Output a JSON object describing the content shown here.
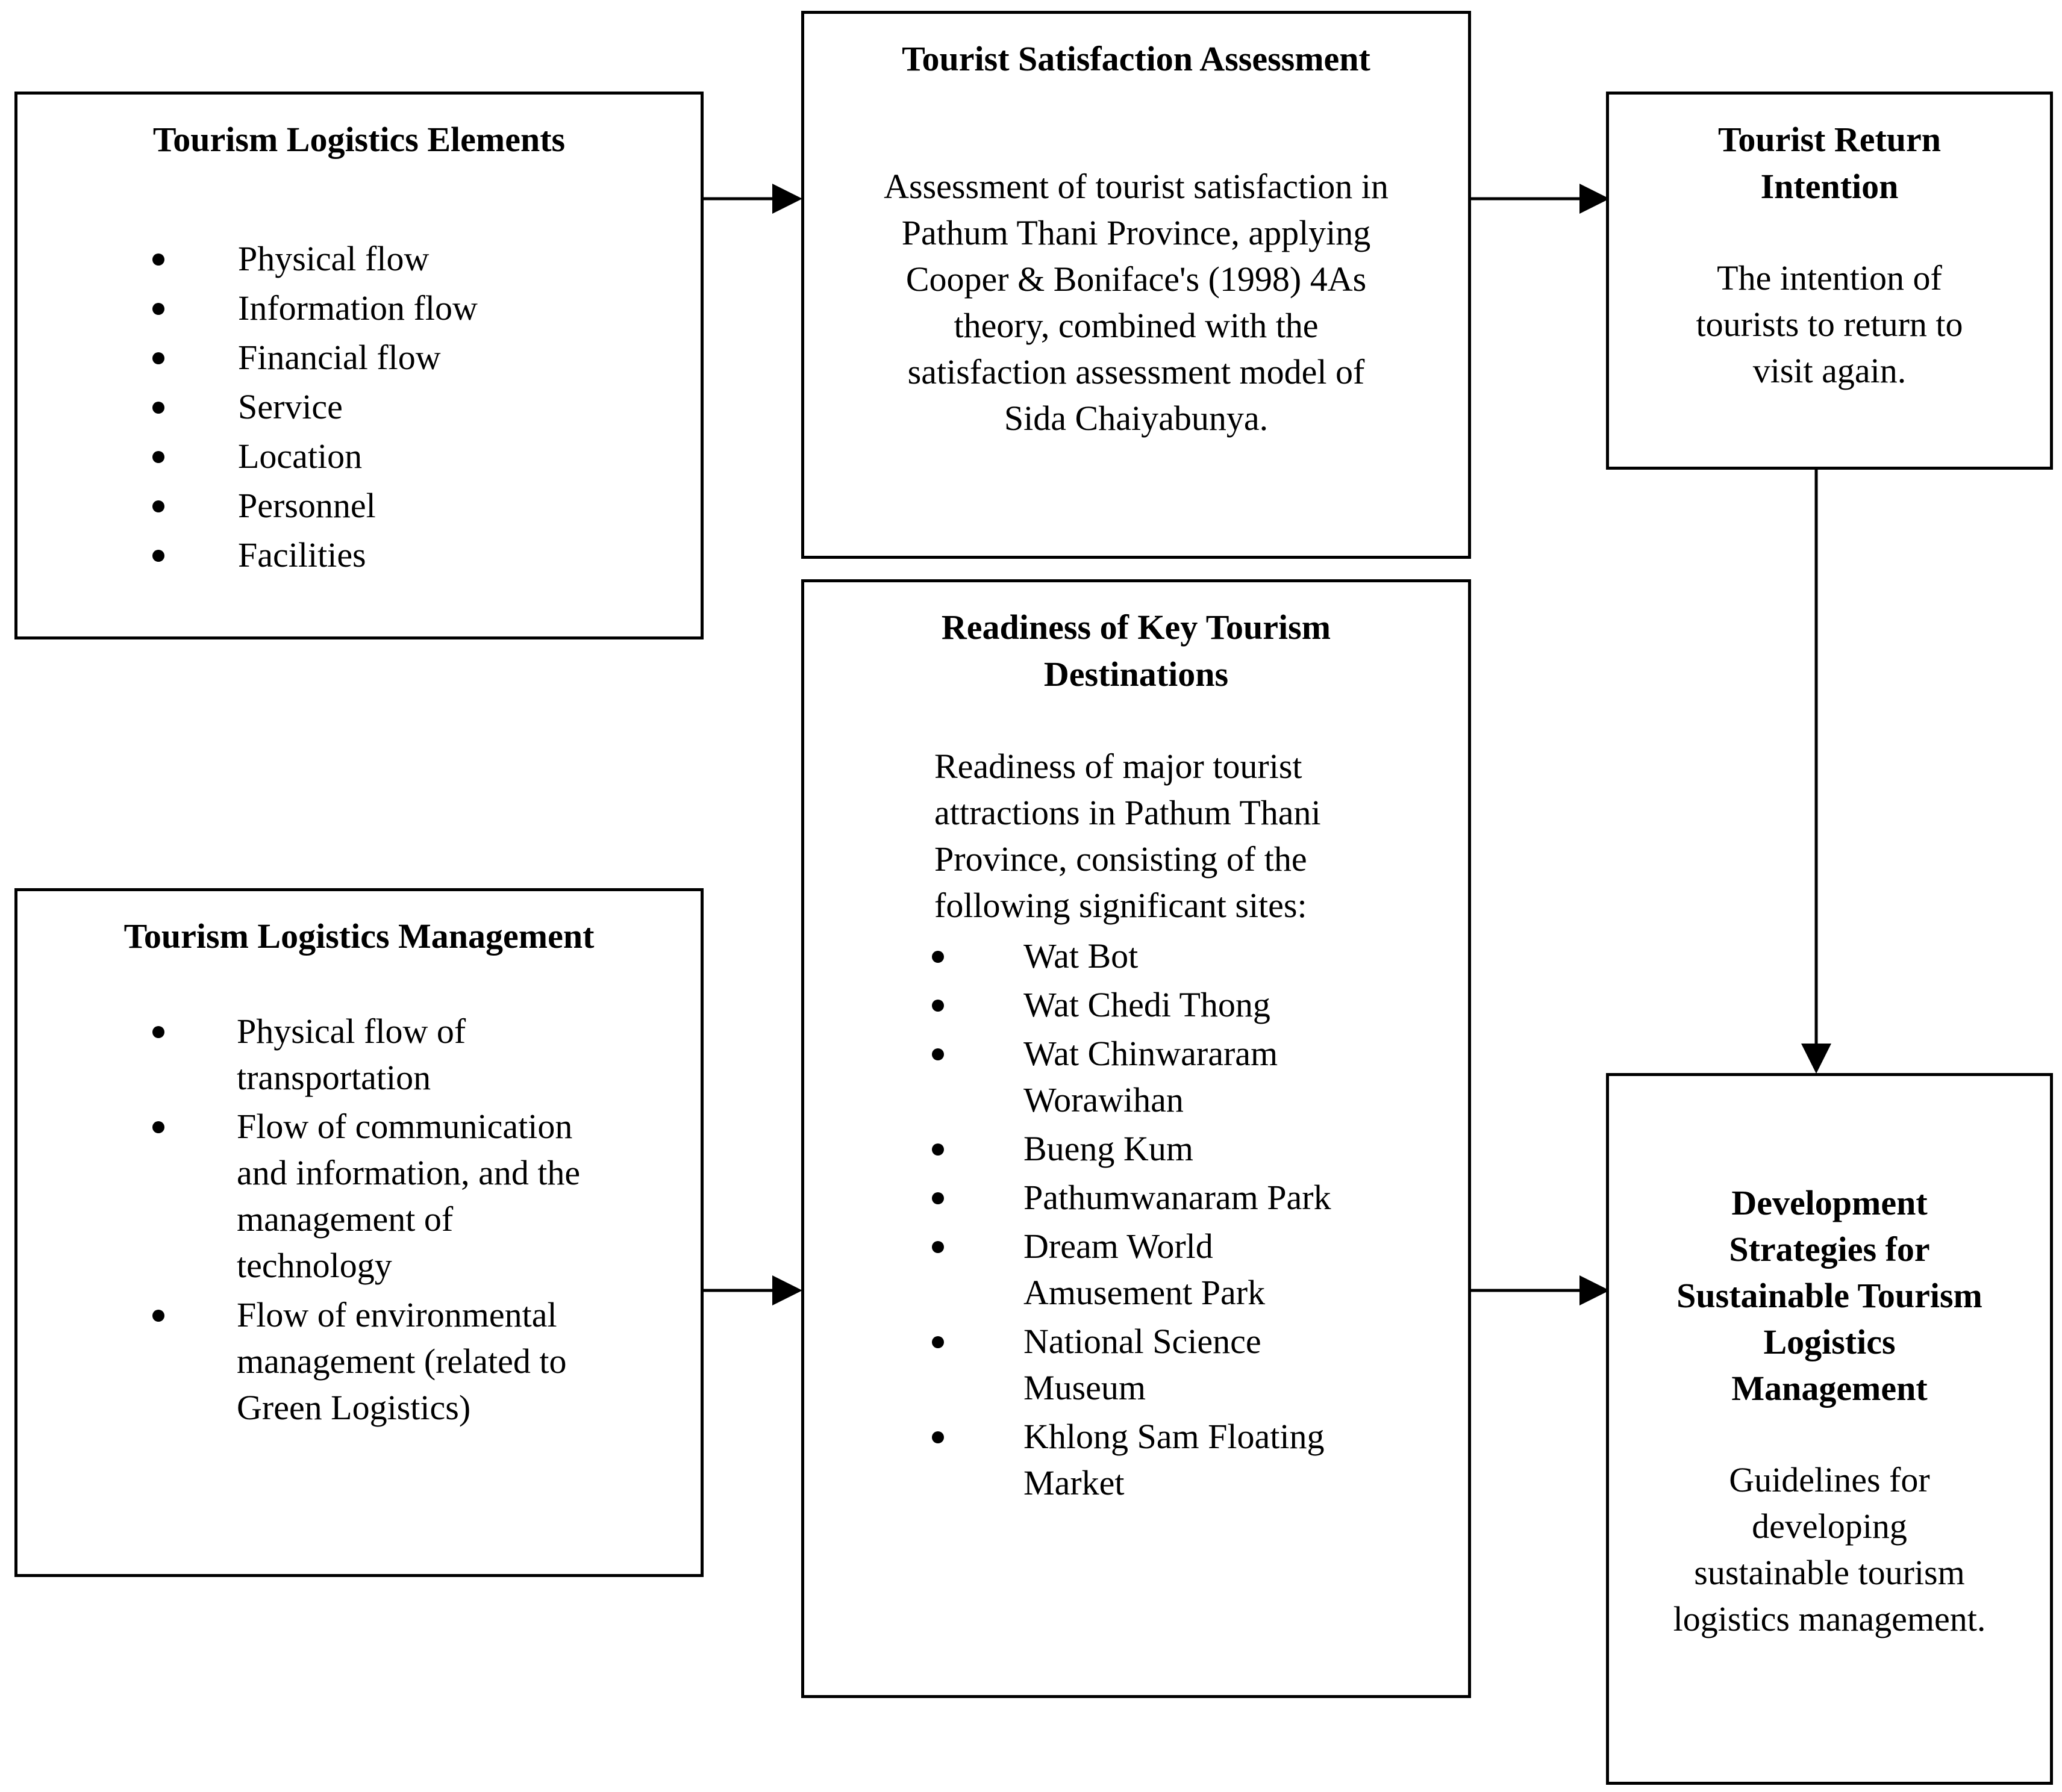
{
  "elements_box": {
    "title": "Tourism Logistics Elements",
    "items": [
      "Physical flow",
      "Information flow",
      "Financial flow",
      "Service",
      "Location",
      "Personnel",
      "Facilities"
    ]
  },
  "satisfaction_box": {
    "title": "Tourist Satisfaction Assessment",
    "lines": [
      "Assessment of tourist satisfaction in",
      "Pathum Thani Province, applying",
      "Cooper & Boniface's (1998) 4As",
      "theory, combined with the",
      "satisfaction assessment model of",
      "Sida Chaiyabunya."
    ]
  },
  "return_box": {
    "title_lines": [
      "Tourist Return",
      "Intention"
    ],
    "lines": [
      "The intention of",
      "tourists to return to",
      "visit again."
    ]
  },
  "readiness_box": {
    "title_lines": [
      "Readiness of Key Tourism",
      "Destinations"
    ],
    "intro_lines": [
      "Readiness of major tourist",
      "attractions in Pathum Thani",
      "Province, consisting of the",
      "following significant sites:"
    ],
    "items": [
      [
        "Wat Bot"
      ],
      [
        "Wat Chedi Thong"
      ],
      [
        "Wat Chinwararam",
        "Worawihan"
      ],
      [
        "Bueng Kum"
      ],
      [
        "Pathumwanaram Park"
      ],
      [
        "Dream World",
        "Amusement Park"
      ],
      [
        "National Science",
        "Museum"
      ],
      [
        "Khlong Sam Floating",
        "Market"
      ]
    ]
  },
  "management_box": {
    "title": "Tourism Logistics Management",
    "items": [
      [
        "Physical flow of",
        "transportation"
      ],
      [
        "Flow of communication",
        "and information, and the",
        "management of",
        "technology"
      ],
      [
        "Flow of environmental",
        "management (related to",
        "Green Logistics)"
      ]
    ]
  },
  "strategies_box": {
    "title_lines": [
      "Development",
      "Strategies for",
      "Sustainable Tourism",
      "Logistics",
      "Management"
    ],
    "lines": [
      "Guidelines for",
      "developing",
      "sustainable tourism",
      "logistics management."
    ]
  }
}
